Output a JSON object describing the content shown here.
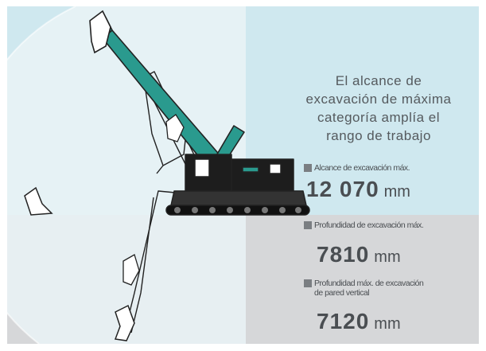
{
  "headline": [
    "El alcance de",
    "excavación de máxima",
    "categoría amplía el",
    "rango de trabajo"
  ],
  "specs": [
    {
      "label": "Alcance de excavación máx.",
      "value": "12 070",
      "unit": "mm"
    },
    {
      "label": "Profundidad de excavación máx.",
      "value": "7810",
      "unit": "mm"
    },
    {
      "label_lines": [
        "Profundidad máx. de excavación",
        "de pared vertical"
      ],
      "value": "7120",
      "unit": "mm"
    }
  ],
  "colors": {
    "sky": "#cfe8ef",
    "ground": "#d6d7d9",
    "arc": "#eaf3f6",
    "boom": "#2a9a8e",
    "outline": "#222222",
    "text": "#4a4e52",
    "marker": "#7a7e82"
  },
  "icons": [
    "excavator",
    "bucket",
    "square-bullet"
  ]
}
